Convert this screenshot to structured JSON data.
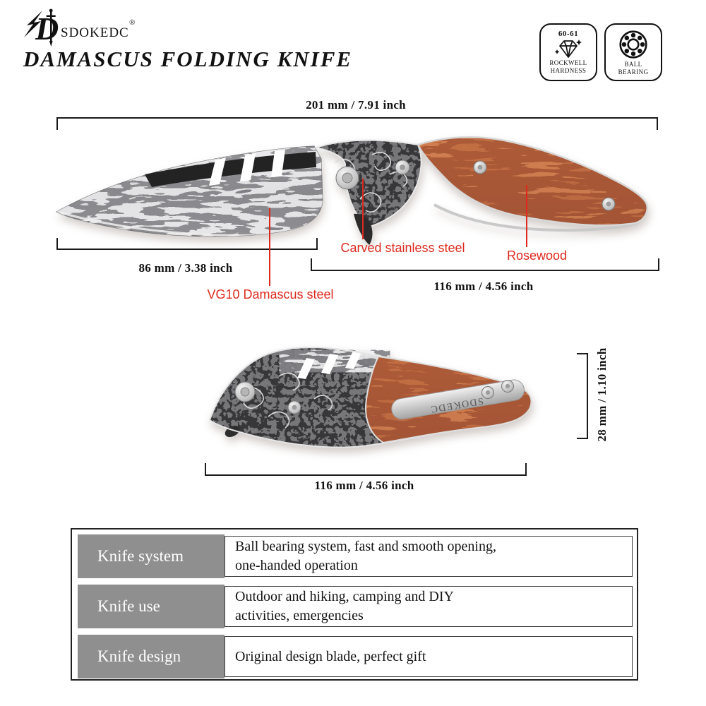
{
  "brand": {
    "name": "SDOKEDC",
    "mark": "®"
  },
  "header": {
    "title": "DAMASCUS FOLDING KNIFE"
  },
  "badges": [
    {
      "icon": "diamond-icon",
      "value": "60-61",
      "line1": "ROCKWELL",
      "line2": "HARDNESS"
    },
    {
      "icon": "ball-bearing-icon",
      "line1": "BALL",
      "line2": "BEARING"
    }
  ],
  "open_knife": {
    "overall_length": "201 mm / 7.91 inch",
    "blade_length": "86 mm / 3.38 inch",
    "handle_length": "116 mm / 4.56 inch",
    "annotations": {
      "bolster": "Carved stainless steel",
      "handle": "Rosewood",
      "blade": "VG10 Damascus steel"
    }
  },
  "closed_knife": {
    "thickness": "28 mm / 1.10 inch",
    "closed_length": "116 mm / 4.56 inch",
    "clip_text": "SDOKEDC"
  },
  "spec_table": {
    "rows": [
      {
        "label": "Knife system",
        "value_lines": [
          "Ball bearing system, fast and smooth opening,",
          "one-handed operation"
        ]
      },
      {
        "label": "Knife use",
        "value_lines": [
          "Outdoor and hiking, camping and DIY",
          "activities, emergencies"
        ]
      },
      {
        "label": "Knife design",
        "value_lines": [
          "Original design blade, perfect gift"
        ]
      }
    ]
  },
  "colors": {
    "annotation_red": "#dd2a1e",
    "table_label_bg": "#8f8f8f",
    "line_black": "#1a1a1a",
    "rosewood": "#a03818",
    "steel_gray": "#b2b2b2"
  }
}
